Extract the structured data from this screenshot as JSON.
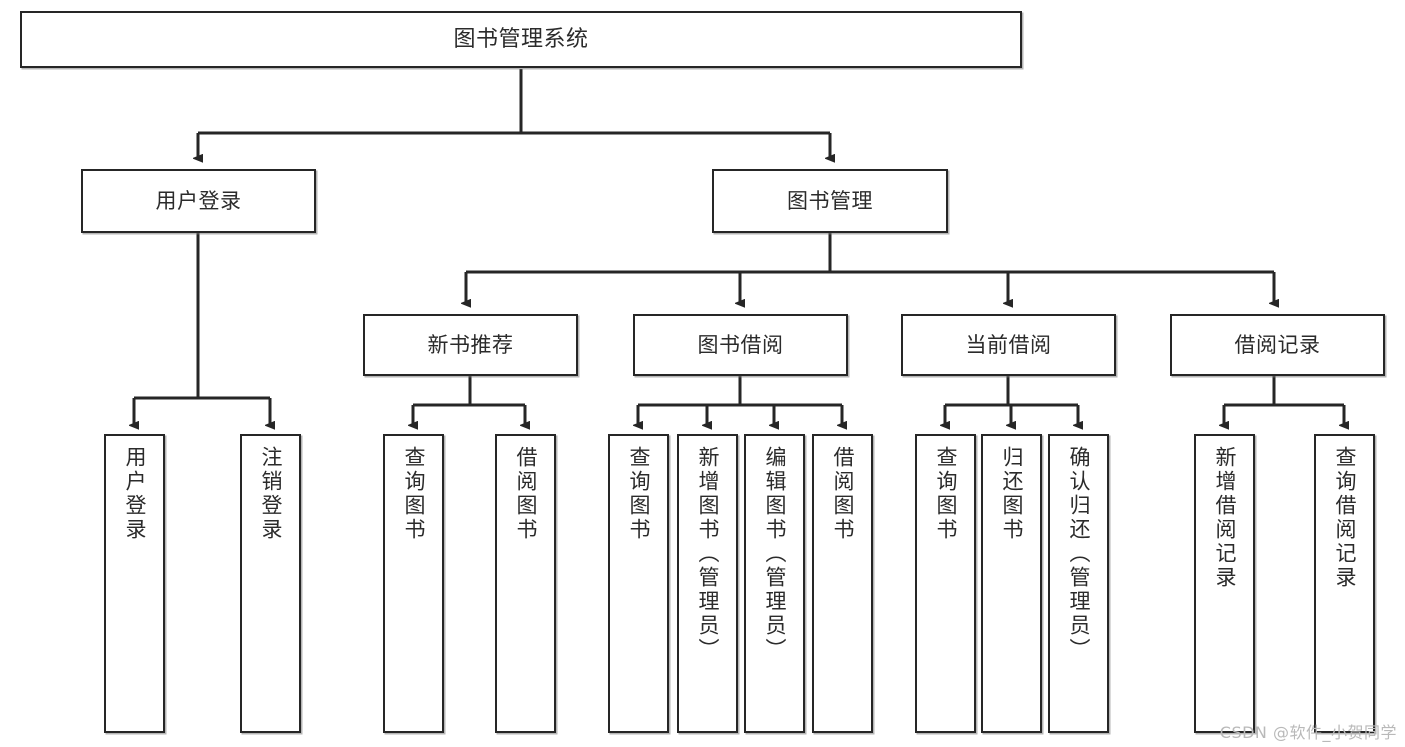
{
  "diagram": {
    "title": "图书管理系统",
    "watermark": "CSDN @软件_小贺同学",
    "stroke_color": "#262626",
    "text_color": "#2b2b2b",
    "background_color": "#ffffff",
    "nodes": {
      "root": {
        "label": "图书管理系统"
      },
      "l2": [
        {
          "label": "用户登录"
        },
        {
          "label": "图书管理"
        }
      ],
      "l3": [
        {
          "label": "新书推荐"
        },
        {
          "label": "图书借阅"
        },
        {
          "label": "当前借阅"
        },
        {
          "label": "借阅记录"
        }
      ],
      "leaves": {
        "user_login": [
          {
            "label": "用户登录"
          },
          {
            "label": "注销登录"
          }
        ],
        "new_book": [
          {
            "label": "查询图书"
          },
          {
            "label": "借阅图书"
          }
        ],
        "borrow_book": [
          {
            "label": "查询图书"
          },
          {
            "label": "新增图书（管理员）"
          },
          {
            "label": "编辑图书（管理员）"
          },
          {
            "label": "借阅图书"
          }
        ],
        "current_borrow": [
          {
            "label": "查询图书"
          },
          {
            "label": "归还图书"
          },
          {
            "label": "确认归还（管理员）"
          }
        ],
        "borrow_record": [
          {
            "label": "新增借阅记录"
          },
          {
            "label": "查询借阅记录"
          }
        ]
      }
    }
  }
}
